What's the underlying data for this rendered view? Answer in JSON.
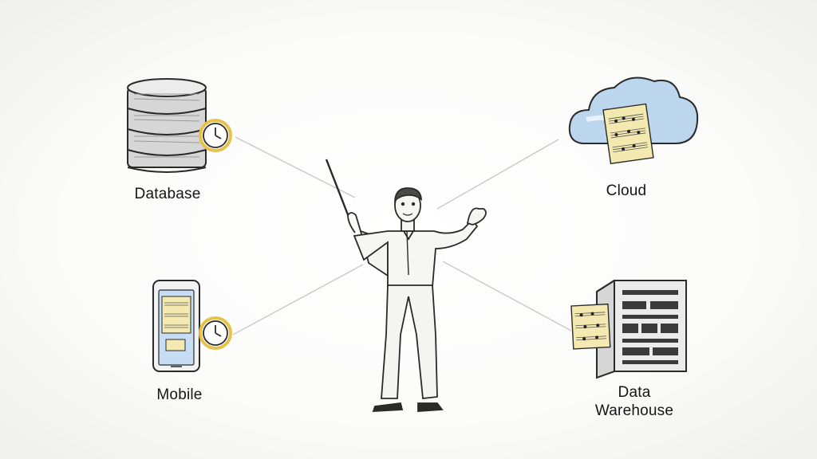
{
  "nodes": {
    "database": {
      "label": "Database"
    },
    "cloud": {
      "label": "Cloud"
    },
    "mobile": {
      "label": "Mobile"
    },
    "data_warehouse": {
      "label_line1": "Data",
      "label_line2": "Warehouse"
    }
  },
  "center": {
    "figure": "conductor"
  },
  "icons": [
    "database-icon",
    "clock-icon",
    "cloud-icon",
    "sheet-music-icon",
    "mobile-phone-icon",
    "server-rack-icon",
    "baton-icon"
  ],
  "colors": {
    "note_yellow": "#f4e9b0",
    "cloud_blue": "#bcd6ee",
    "clock_ring": "#e6c24a",
    "ink": "#2a2a2a"
  }
}
